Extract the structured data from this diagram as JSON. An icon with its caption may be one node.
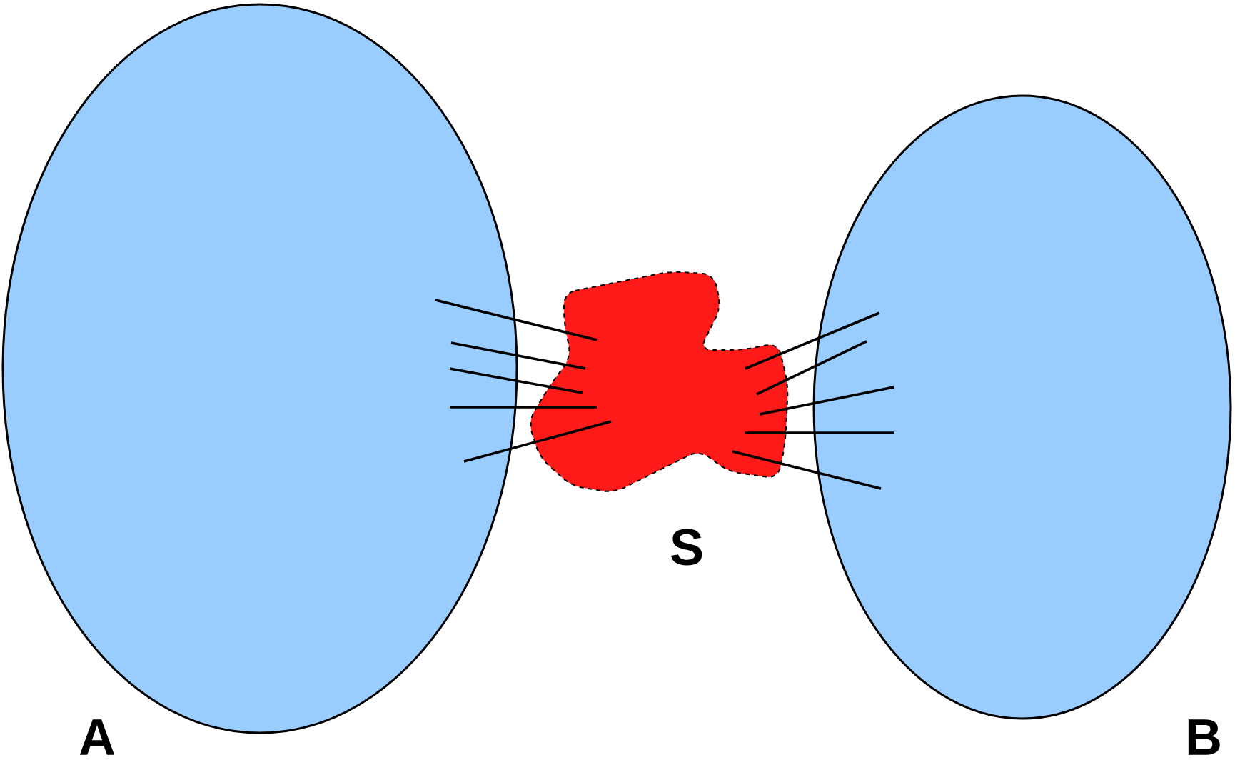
{
  "diagram": {
    "nodes": [
      {
        "text": [
          "A"
        ]
      },
      {
        "text": [
          "B"
        ]
      },
      {
        "text": [
          "S"
        ]
      }
    ],
    "edges": [
      {
        "from": 0,
        "to": 2,
        "arrow": "none"
      },
      {
        "from": 0,
        "to": 2,
        "arrow": "none"
      },
      {
        "from": 0,
        "to": 2,
        "arrow": "none"
      },
      {
        "from": 0,
        "to": 2,
        "arrow": "none"
      },
      {
        "from": 0,
        "to": 2,
        "arrow": "none"
      },
      {
        "from": 2,
        "to": 1,
        "arrow": "none"
      },
      {
        "from": 2,
        "to": 1,
        "arrow": "none"
      },
      {
        "from": 2,
        "to": 1,
        "arrow": "none"
      },
      {
        "from": 2,
        "to": 1,
        "arrow": "none"
      },
      {
        "from": 2,
        "to": 1,
        "arrow": "none"
      }
    ]
  }
}
